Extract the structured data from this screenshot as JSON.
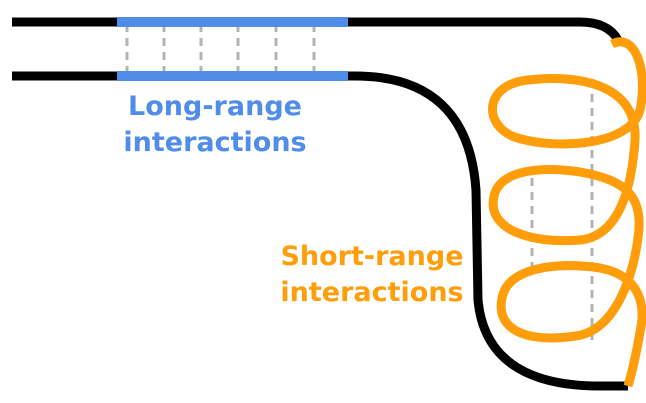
{
  "labels": {
    "long_range": [
      "Long-range",
      "interactions"
    ],
    "short_range": [
      "Short-range",
      "interactions"
    ]
  },
  "colors": {
    "backbone": "#000000",
    "long_range": "#4f8de8",
    "short_range": "#ff9e0a",
    "contacts": "#b3b3b3"
  }
}
